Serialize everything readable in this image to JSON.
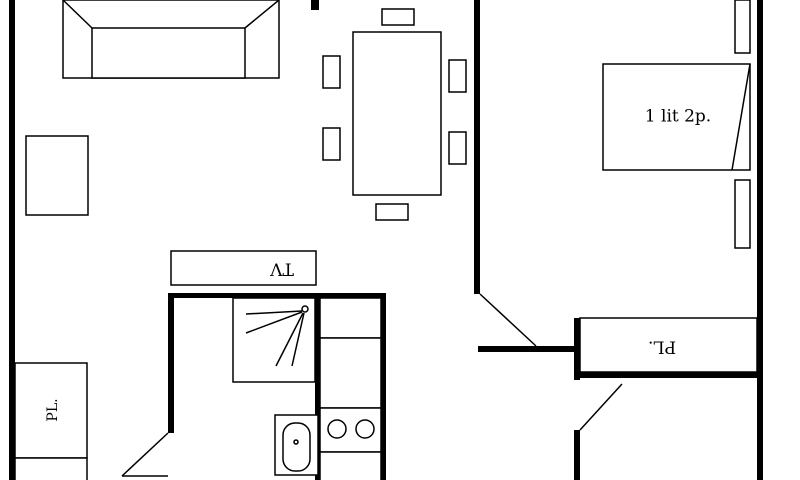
{
  "plan": {
    "labels": {
      "bed": "1 lit 2p.",
      "tv": "TV",
      "closet_right": "PL.",
      "closet_left": "PL."
    },
    "colors": {
      "wall": "#000000",
      "background": "#ffffff"
    }
  }
}
